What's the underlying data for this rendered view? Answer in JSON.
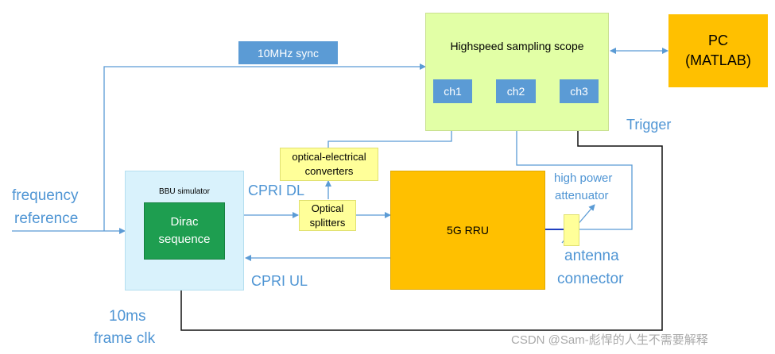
{
  "diagram": {
    "nodes": {
      "scope": "Highspeed sampling scope",
      "ch1": "ch1",
      "ch2": "ch2",
      "ch3": "ch3",
      "pc_line1": "PC",
      "pc_line2": "(MATLAB)",
      "bbu_title": "BBU simulator",
      "dirac_line1": "Dirac",
      "dirac_line2": "sequence",
      "oe_line1": "optical-electrical",
      "oe_line2": "converters",
      "split_line1": "Optical",
      "split_line2": "splitters",
      "rru": "5G RRU"
    },
    "labels": {
      "sync": "10MHz sync",
      "trigger": "Trigger",
      "freq_line1": "frequency",
      "freq_line2": "reference",
      "cpri_dl": "CPRI DL",
      "cpri_ul": "CPRI UL",
      "hpa_line1": "high power",
      "hpa_line2": "attenuator",
      "ant_line1": "antenna",
      "ant_line2": "connector",
      "clk_line1": "10ms",
      "clk_line2": "frame clk"
    },
    "watermark": "CSDN @Sam-彪悍的人生不需要解释"
  },
  "colors": {
    "arrow": "#5b9bd5",
    "scope_fill": "#e2ffa6",
    "pc_fill": "#ffc000",
    "bbu_fill": "#d9f2fc",
    "dirac_fill": "#1e9e50",
    "rru_fill": "#ffc000",
    "small_fill": "#ffff99",
    "channel_fill": "#5b9bd5",
    "sync_fill": "#5b9bd5",
    "label_blue": "#4f95d4"
  }
}
